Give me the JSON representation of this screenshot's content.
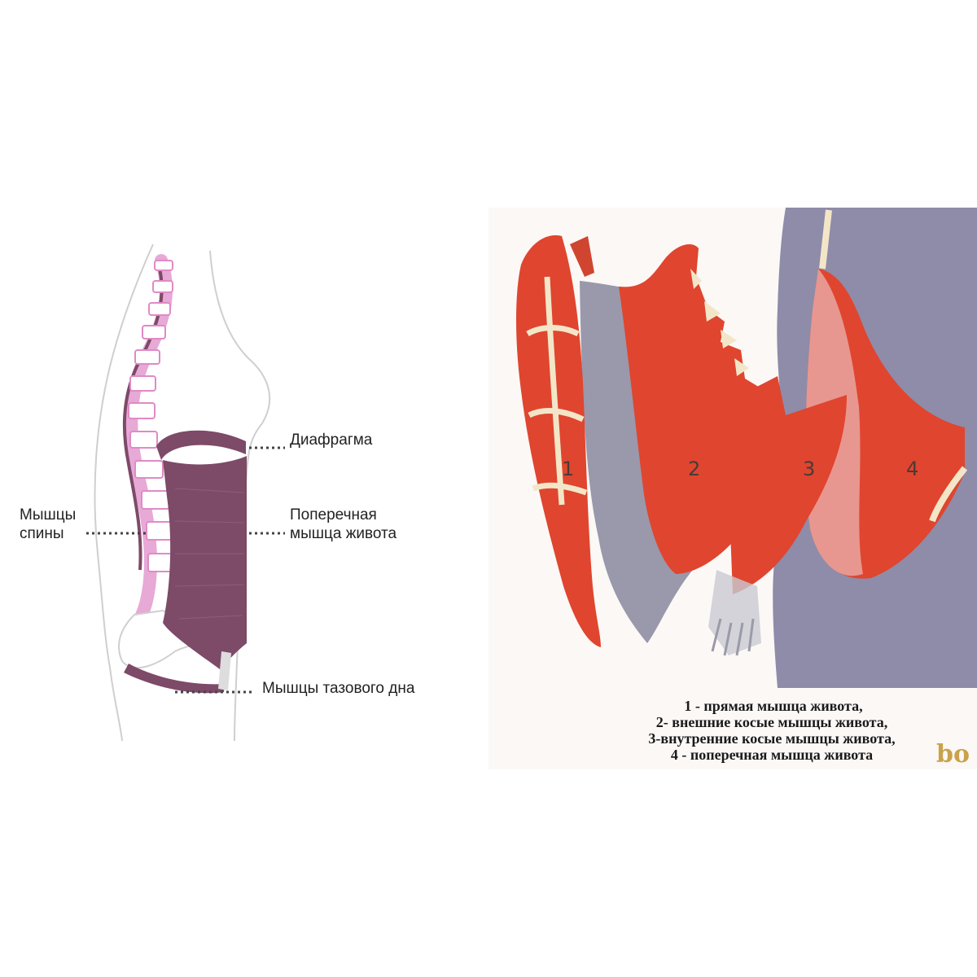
{
  "left_diagram": {
    "labels": {
      "diaphragm": "Диафрагма",
      "back_muscles_line1": "Мышцы",
      "back_muscles_line2": "спины",
      "transverse_line1": "Поперечная",
      "transverse_line2": "мышца живота",
      "pelvic_floor": "Мышцы тазового дна"
    },
    "colors": {
      "muscle": "#7d4a68",
      "spine": "#e7a9d6",
      "outline": "#cccccc"
    }
  },
  "right_diagram": {
    "numbers": [
      "1",
      "2",
      "3",
      "4"
    ],
    "caption": [
      "1 - прямая мышца живота,",
      "2- внешние косые мышцы живота,",
      "3-внутренние косые мышцы живота,",
      "4 - поперечная мышца живота"
    ],
    "watermark": "bo",
    "colors": {
      "muscle_red": "#e0452f",
      "fascia_grey": "#8e8ca8",
      "tendon": "#f3e6c8"
    }
  }
}
